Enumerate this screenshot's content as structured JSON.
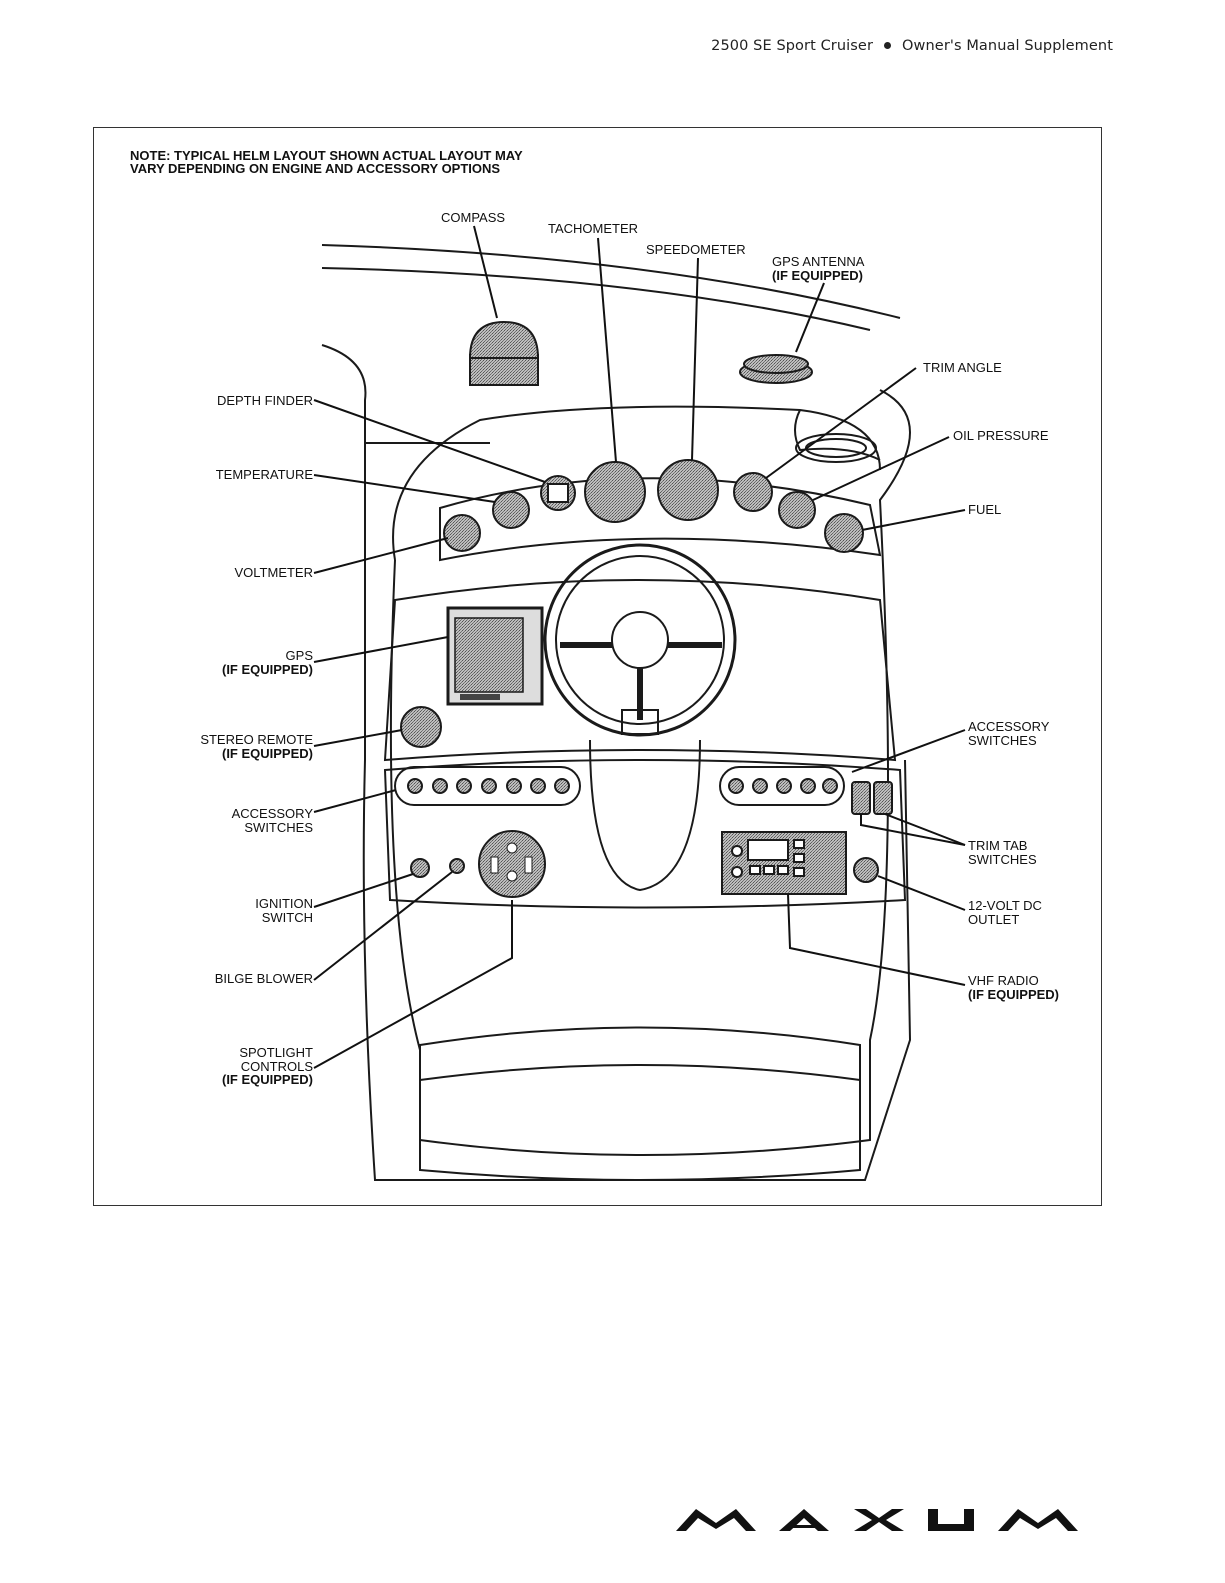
{
  "header": {
    "model": "2500 SE Sport Cruiser",
    "doc": "Owner's Manual Supplement"
  },
  "note": {
    "line1": "NOTE: TYPICAL HELM LAYOUT SHOWN ACTUAL LAYOUT MAY",
    "line2": "VARY DEPENDING ON ENGINE AND ACCESSORY OPTIONS"
  },
  "labels": {
    "compass": "COMPASS",
    "tachometer": "TACHOMETER",
    "speedometer": "SPEEDOMETER",
    "gps_antenna": "GPS ANTENNA",
    "if_equipped": "(IF EQUIPPED)",
    "trim_angle": "TRIM ANGLE",
    "oil_pressure": "OIL PRESSURE",
    "fuel": "FUEL",
    "depth_finder": "DEPTH FINDER",
    "temperature": "TEMPERATURE",
    "voltmeter": "VOLTMETER",
    "gps": "GPS",
    "stereo_remote": "STEREO REMOTE",
    "accessory": "ACCESSORY",
    "switches": "SWITCHES",
    "ignition": "IGNITION",
    "switch": "SWITCH",
    "bilge_blower": "BILGE BLOWER",
    "spotlight": "SPOTLIGHT",
    "controls": "CONTROLS",
    "trim_tab": "TRIM TAB",
    "volt_dc": "12-VOLT DC",
    "outlet": "OUTLET",
    "vhf_radio": "VHF RADIO"
  },
  "brand": "MAXUM"
}
